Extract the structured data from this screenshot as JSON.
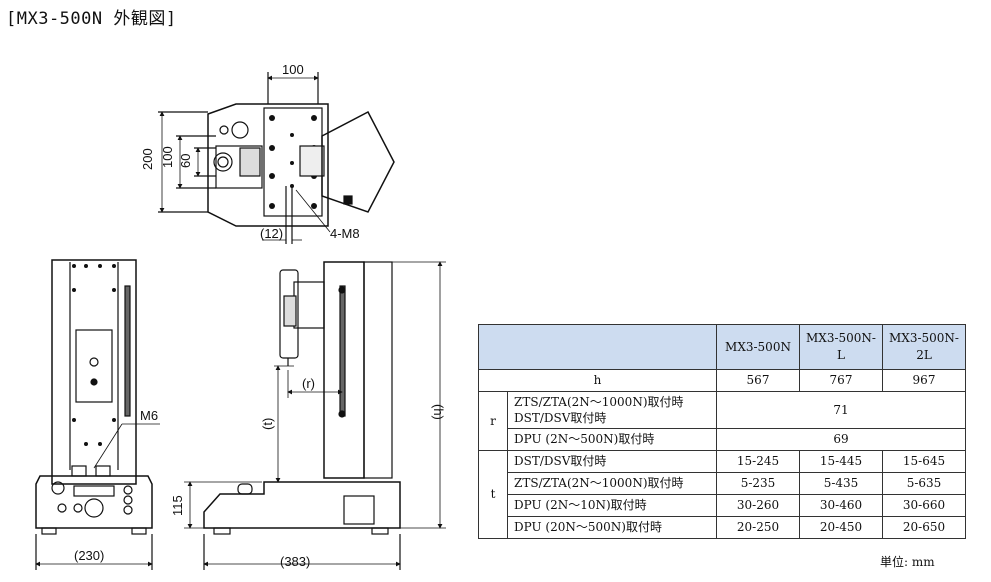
{
  "title": "[MX3-500N 外観図]",
  "dims": {
    "top_width": "100",
    "top_h200": "200",
    "top_h100": "100",
    "top_h60": "60",
    "top_12": "(12)",
    "top_m8": "4-M8",
    "front_m6": "M6",
    "front_230": "(230)",
    "side_383": "(383)",
    "side_115": "115",
    "side_h": "(h)",
    "side_t": "(t)",
    "side_r": "(r)"
  },
  "table": {
    "models": [
      "MX3-500N",
      "MX3-500N-L",
      "MX3-500N-2L"
    ],
    "h_label": "h",
    "h_values": [
      "567",
      "767",
      "967"
    ],
    "r_label": "r",
    "r_rows": [
      {
        "label_line1": "ZTS/ZTA(2N～1000N)取付時",
        "label_line2": "DST/DSV取付時",
        "value": "71"
      },
      {
        "label": "DPU (2N～500N)取付時",
        "value": "69"
      }
    ],
    "t_label": "t",
    "t_rows": [
      {
        "label": "DST/DSV取付時",
        "values": [
          "15-245",
          "15-445",
          "15-645"
        ]
      },
      {
        "label": "ZTS/ZTA(2N～1000N)取付時",
        "values": [
          "5-235",
          "5-435",
          "5-635"
        ]
      },
      {
        "label": "DPU (2N～10N)取付時",
        "values": [
          "30-260",
          "30-460",
          "30-660"
        ]
      },
      {
        "label": "DPU (20N～500N)取付時",
        "values": [
          "20-250",
          "20-450",
          "20-650"
        ]
      }
    ]
  },
  "unit": "単位: mm"
}
